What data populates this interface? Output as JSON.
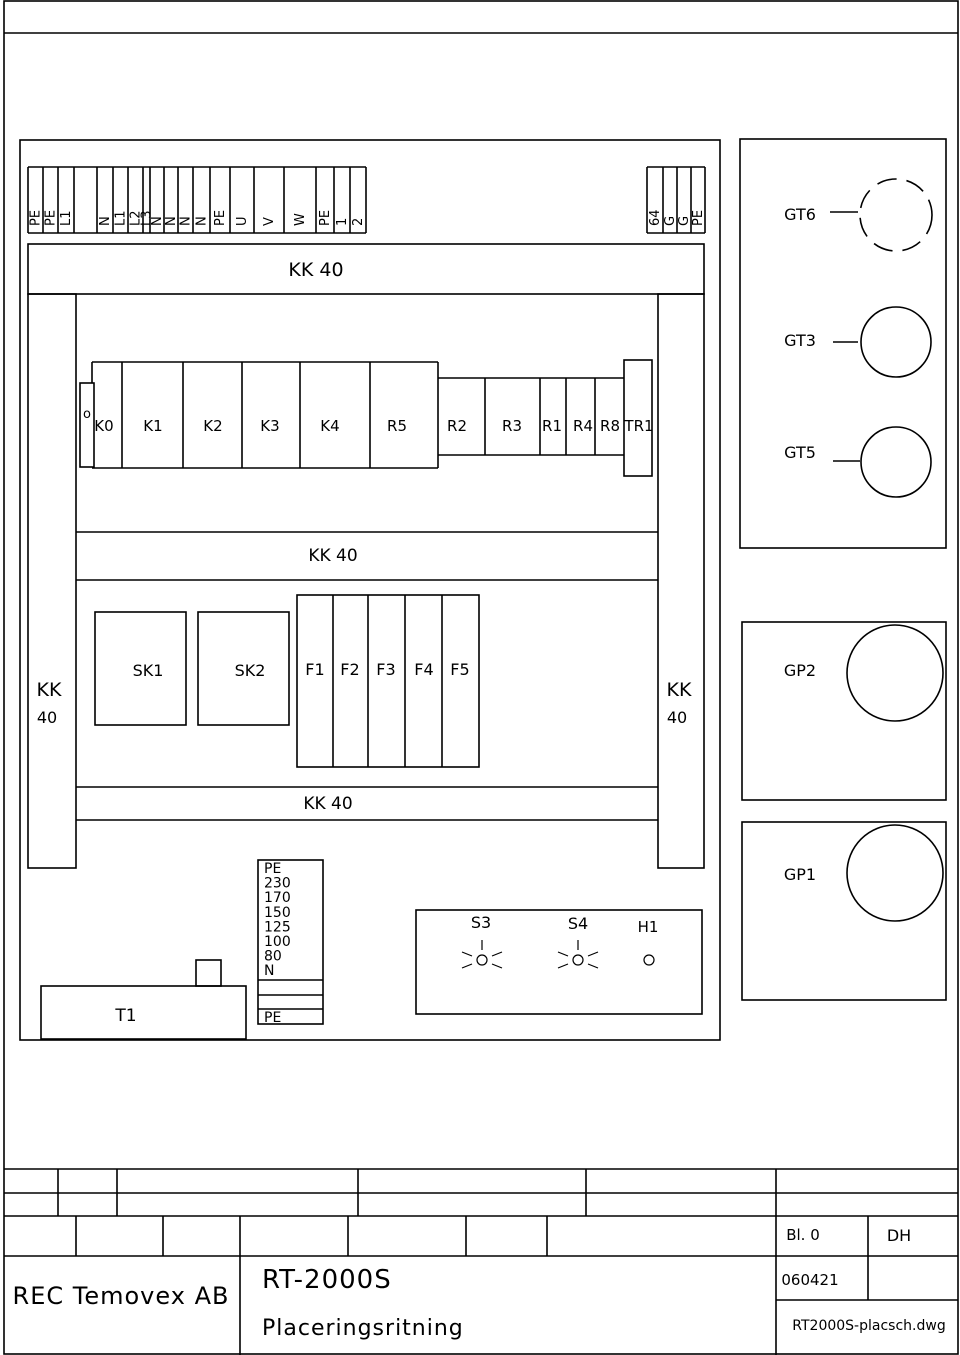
{
  "terminal_strip": {
    "labels": [
      "PE",
      "PE",
      "L1",
      "N",
      "L1",
      "L2",
      "L3",
      "N",
      "N",
      "N",
      "N",
      "PE",
      "U",
      "V",
      "W",
      "PE",
      "1",
      "2"
    ],
    "right_labels": [
      "64",
      "G",
      "G",
      "PE"
    ]
  },
  "kk_top": "KK 40",
  "relay_row": {
    "small_mark": "o",
    "labels": [
      "K0",
      "K1",
      "K2",
      "K3",
      "K4",
      "R5",
      "R2",
      "R3",
      "R1",
      "R4",
      "R8",
      "TR1"
    ]
  },
  "kk_middle": "KK 40",
  "kk_bottom": "KK 40",
  "kk_left": {
    "top": "KK",
    "bottom": "40"
  },
  "kk_right": {
    "top": "KK",
    "bottom": "40"
  },
  "switches": [
    "SK1",
    "SK2"
  ],
  "fuses": [
    "F1",
    "F2",
    "F3",
    "F4",
    "F5"
  ],
  "sensors": [
    "GT6",
    "GT3",
    "GT5"
  ],
  "gauges": [
    "GP2",
    "GP1"
  ],
  "transformer": {
    "label": "T1",
    "taps": [
      "PE",
      "230",
      "170",
      "150",
      "125",
      "100",
      "80",
      "N"
    ],
    "bottom_tap": "PE"
  },
  "indicators": {
    "s3": "S3",
    "s4": "S4",
    "h1": "H1"
  },
  "title_block": {
    "company": "REC Temovex AB",
    "model": "RT-2000S",
    "drawing_title": "Placeringsritning",
    "sheet": "Bl. 0",
    "drawn_by": "DH",
    "date": "060421",
    "filename": "RT2000S-placsch.dwg"
  }
}
